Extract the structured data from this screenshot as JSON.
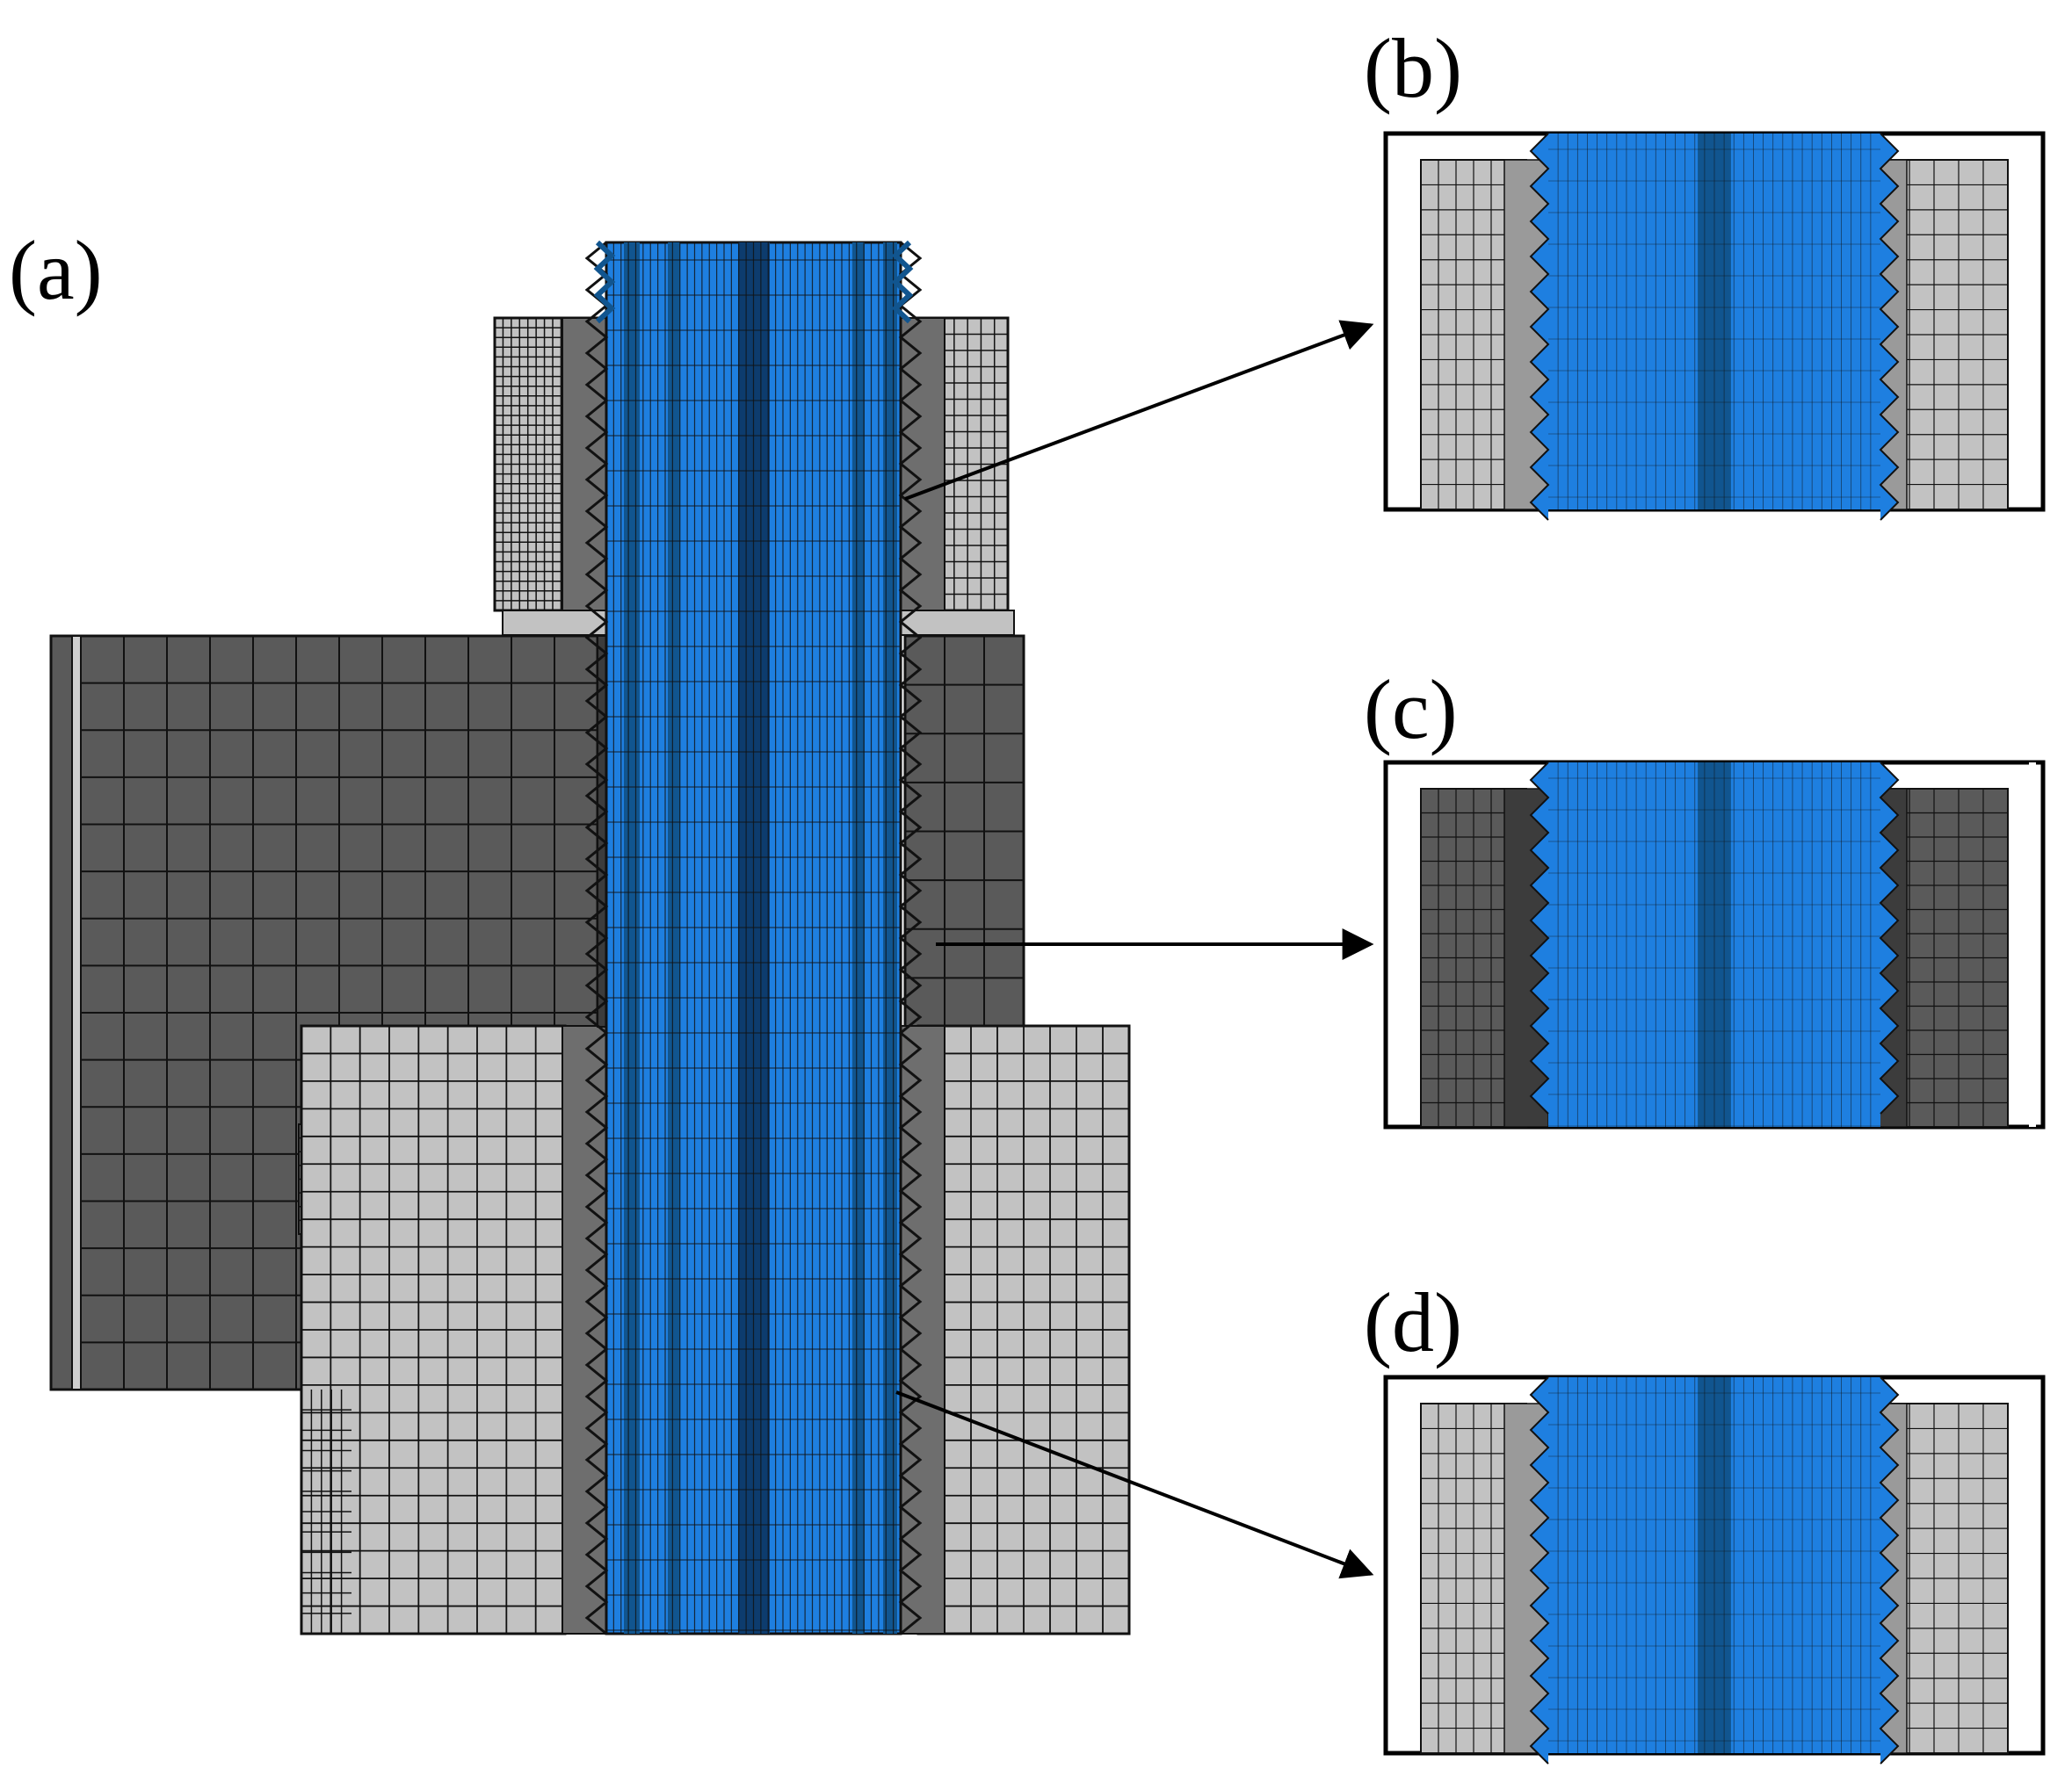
{
  "figure": {
    "labels": {
      "a": "(a)",
      "b": "(b)",
      "c": "(c)",
      "d": "(d)"
    }
  },
  "colors": {
    "bolt_blue": "#1e7fe0",
    "bolt_blue_dark": "#11558f",
    "bolt_blue_deep": "#0d3c6e",
    "nut_light": "#c2c2c2",
    "plate_dark": "#5a5a5a",
    "thread_dark": "#3c3c3c",
    "mesh_line": "#111111",
    "background": "#ffffff"
  }
}
